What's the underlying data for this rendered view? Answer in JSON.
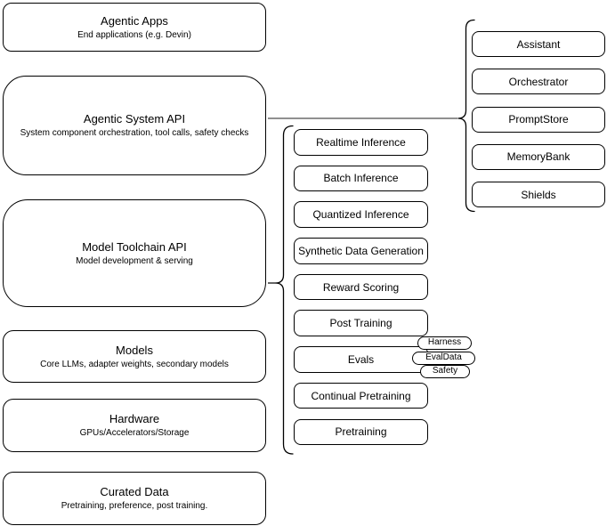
{
  "diagram": {
    "left_column": [
      {
        "title": "Agentic Apps",
        "subtitle": "End applications (e.g. Devin)"
      },
      {
        "title": "Agentic System API",
        "subtitle": "System component orchestration, tool calls, safety checks"
      },
      {
        "title": "Model Toolchain API",
        "subtitle": "Model development & serving"
      },
      {
        "title": "Models",
        "subtitle": "Core LLMs, adapter weights, secondary models"
      },
      {
        "title": "Hardware",
        "subtitle": "GPUs/Accelerators/Storage"
      },
      {
        "title": "Curated Data",
        "subtitle": "Pretraining, preference, post training."
      }
    ],
    "toolchain_items": [
      "Realtime Inference",
      "Batch Inference",
      "Quantized Inference",
      "Synthetic Data Generation",
      "Reward Scoring",
      "Post Training",
      "Evals",
      "Continual Pretraining",
      "Pretraining"
    ],
    "eval_tags": [
      "Harness",
      "EvalData",
      "Safety"
    ],
    "system_components": [
      "Assistant",
      "Orchestrator",
      "PromptStore",
      "MemoryBank",
      "Shields"
    ],
    "colors": {
      "box_fill": "#ffffff",
      "box_stroke": "#000000",
      "brace_stroke": "#000000",
      "connector_line": "#4d4d4d",
      "background": "#ffffff"
    }
  }
}
